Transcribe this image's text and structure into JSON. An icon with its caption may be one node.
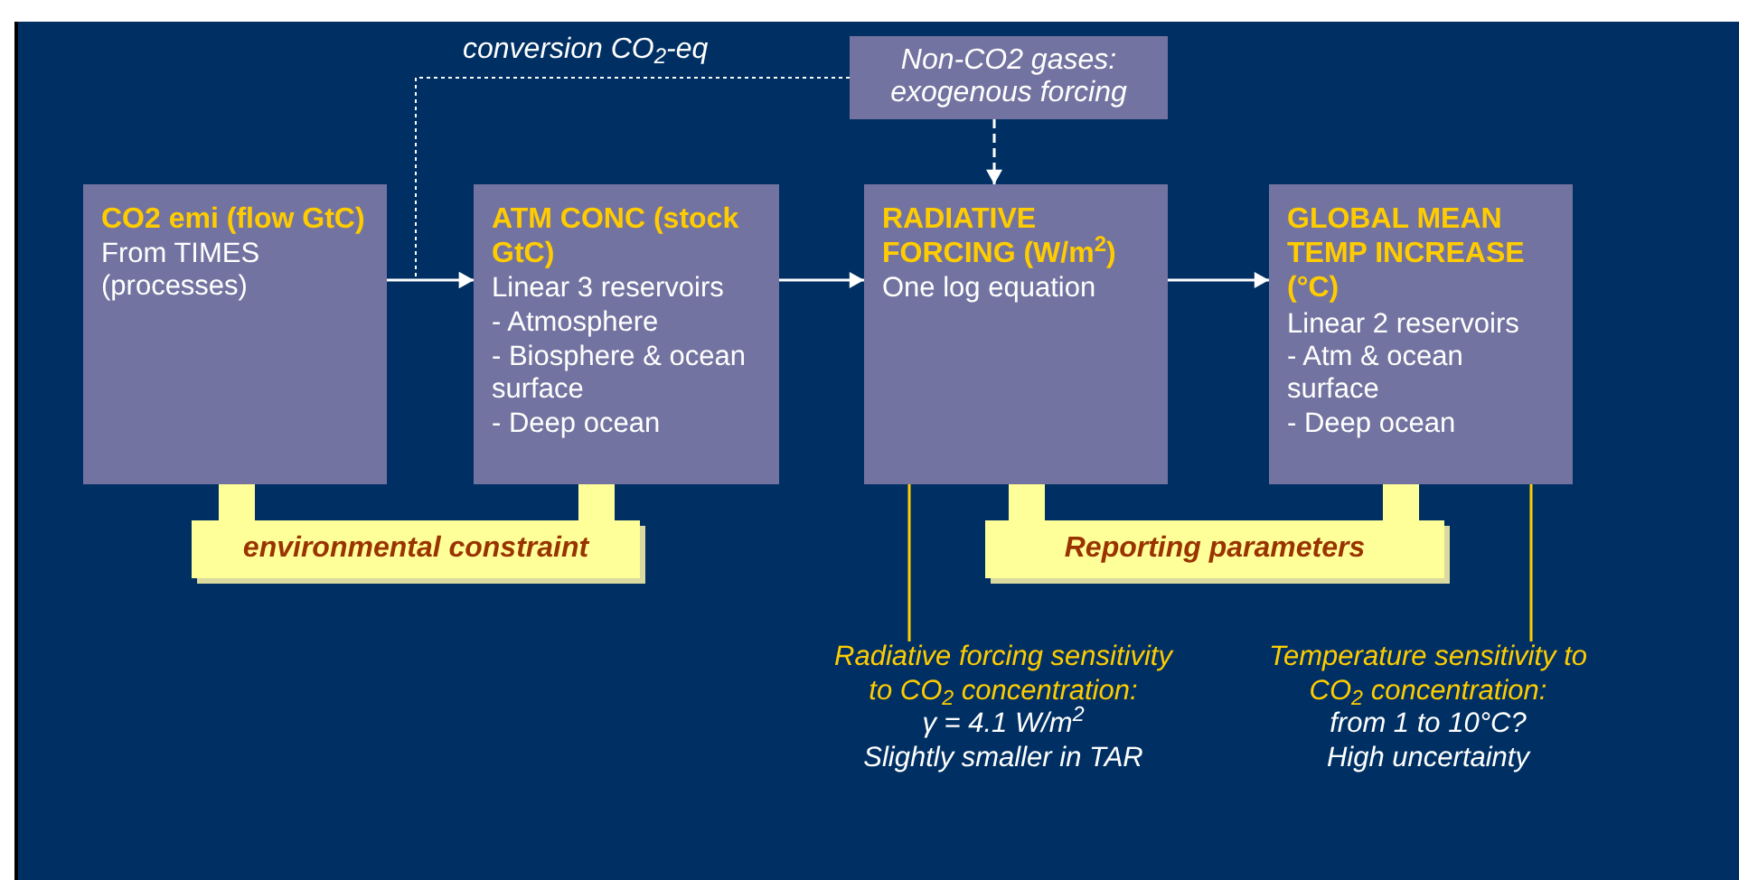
{
  "diagram": {
    "nodes": [
      {
        "text": [
          "CO2 emi (flow GtC)",
          "From TIMES (processes)"
        ]
      },
      {
        "text": [
          "ATM CONC (stock GtC)",
          "Linear 3 reservoirs",
          "- Atmosphere",
          "- Biosphere & ocean surface",
          "- Deep ocean"
        ]
      },
      {
        "text": [
          "RADIATIVE FORCING (W/m$^{2}$)",
          "One log equation"
        ]
      },
      {
        "text": [
          "GLOBAL MEAN TEMP INCREASE (°C)",
          "Linear 2 reservoirs",
          "- Atm & ocean surface",
          "- Deep ocean"
        ]
      },
      {
        "text": [
          "Non-CO2 gases: exogenous forcing"
        ]
      },
      {
        "text": [
          "environmental constraint"
        ]
      },
      {
        "text": [
          "Reporting parameters"
        ]
      },
      {
        "text": [
          "Radiative forcing sensitivity to CO$_{2}$ concentration:",
          "γ = 4.1 W/m$^{2}$",
          "Slightly smaller in TAR"
        ]
      },
      {
        "text": [
          "Temperature sensitivity to CO$_{2}$ concentration:",
          "from 1 to 10°C?",
          "High uncertainty"
        ]
      }
    ],
    "edges": [
      {
        "from": 0,
        "to": 1,
        "arrow": "to"
      },
      {
        "from": 1,
        "to": 2,
        "arrow": "to"
      },
      {
        "from": 2,
        "to": 3,
        "arrow": "to"
      },
      {
        "from": 4,
        "to": 1,
        "arrow": "to",
        "style": "dashed",
        "label": "conversion CO$_{2}$-eq"
      },
      {
        "from": 4,
        "to": 2,
        "arrow": "to",
        "style": "dashed"
      },
      {
        "from": 5,
        "to": 0,
        "arrow": "to",
        "style": "thick",
        "color": "#ffff99"
      },
      {
        "from": 5,
        "to": 1,
        "arrow": "to",
        "style": "thick",
        "color": "#ffff99"
      },
      {
        "from": 6,
        "to": 2,
        "arrow": "to",
        "style": "thick",
        "color": "#ffff99"
      },
      {
        "from": 6,
        "to": 3,
        "arrow": "to",
        "style": "thick",
        "color": "#ffff99"
      },
      {
        "from": 7,
        "to": 2,
        "arrow": "none",
        "color": "#ffcc00"
      },
      {
        "from": 8,
        "to": 3,
        "arrow": "none",
        "color": "#ffcc00"
      }
    ]
  }
}
